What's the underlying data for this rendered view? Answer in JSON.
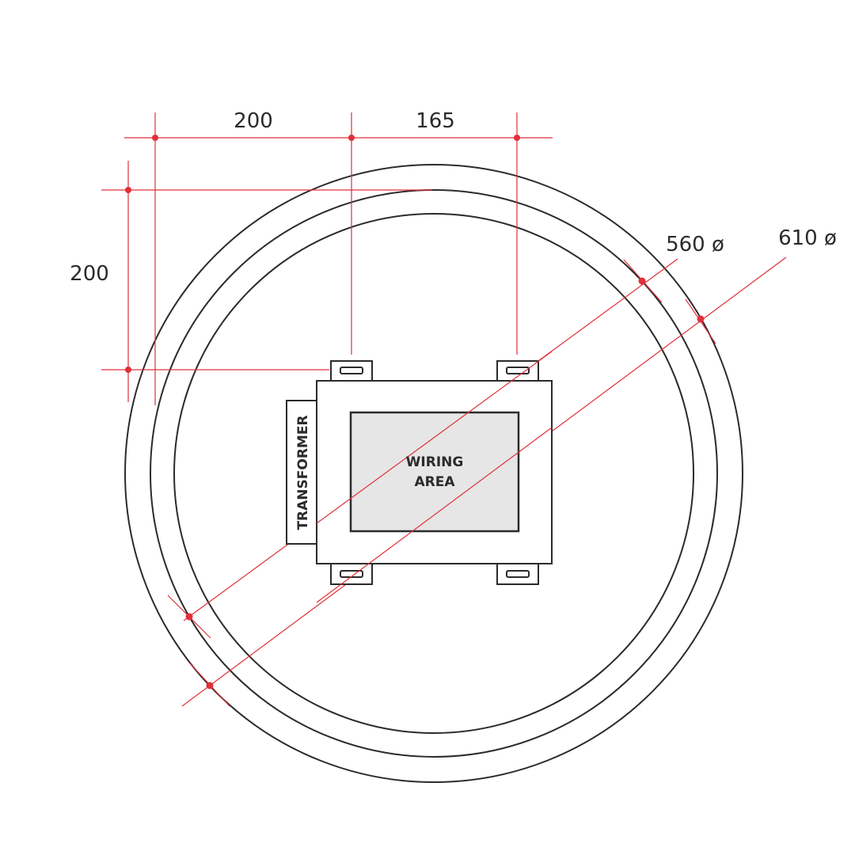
{
  "dimensions": {
    "width_a": "200",
    "width_b": "165",
    "height": "200",
    "diameter_inner": "560 ø",
    "diameter_outer": "610 ø"
  },
  "labels": {
    "transformer": "TRANSFORMER",
    "wiring_line1": "WIRING",
    "wiring_line2": "AREA"
  },
  "colors": {
    "dimension_line": "#e0303a",
    "outline": "#2b2b2b",
    "wiring_fill": "#e6e6e6"
  }
}
